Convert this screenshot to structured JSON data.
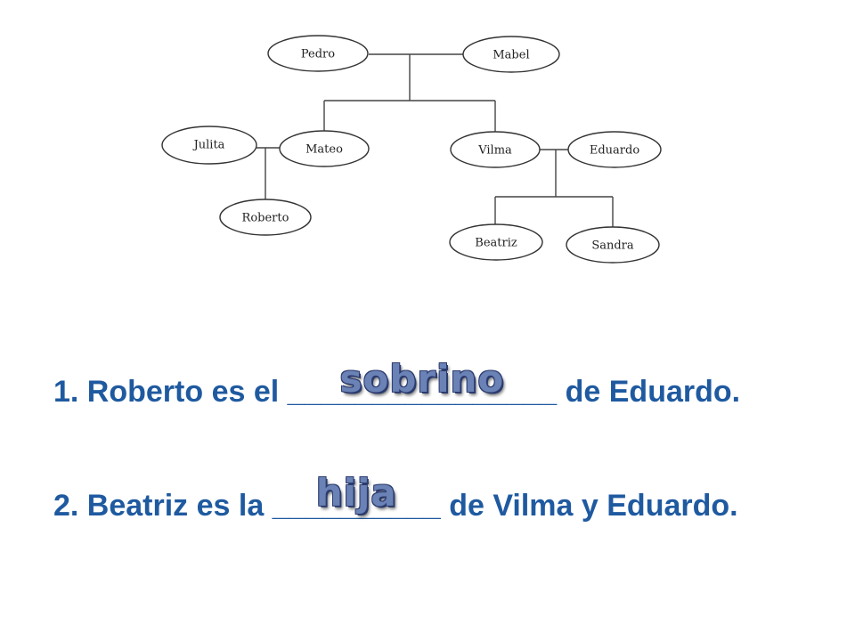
{
  "family_tree": {
    "people": {
      "pedro": "Pedro",
      "mabel": "Mabel",
      "julita": "Julita",
      "mateo": "Mateo",
      "vilma": "Vilma",
      "eduardo": "Eduardo",
      "roberto": "Roberto",
      "beatriz": "Beatriz",
      "sandra": "Sandra"
    }
  },
  "questions": [
    {
      "before": "1. Roberto es el ",
      "blank": "________________",
      "answer": "sobrino",
      "after": " de Eduardo."
    },
    {
      "before": "2. Beatriz es la ",
      "blank": "__________",
      "answer": "hija",
      "after": " de Vilma y Eduardo."
    }
  ],
  "colors": {
    "question_text": "#1f5aa0",
    "answer_fill": "#6a82b5",
    "answer_outline": "#2b3b6e"
  }
}
